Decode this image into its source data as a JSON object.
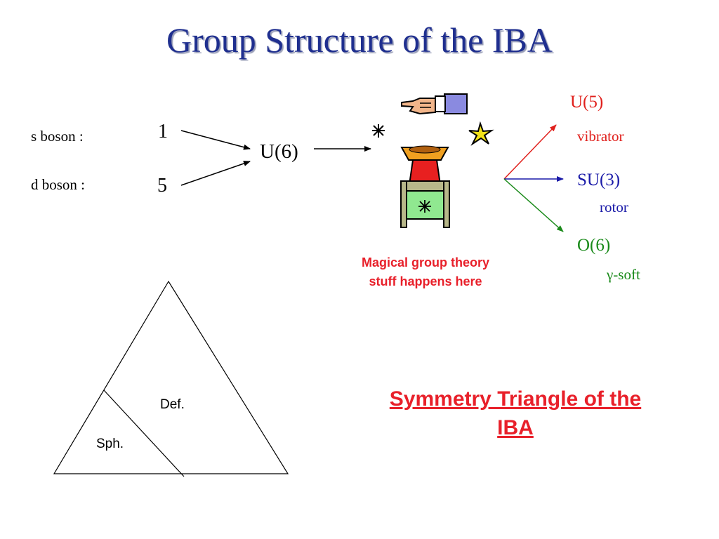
{
  "title": "Group Structure of the IBA",
  "bosons": {
    "s_label": "s boson :",
    "s_count": "1",
    "d_label": "d boson :",
    "d_count": "5",
    "group": "U(6)"
  },
  "machine": {
    "caption": "Magical group theory stuff happens here"
  },
  "limits": [
    {
      "name": "U(5)",
      "description": "vibrator",
      "color": "#e0201c"
    },
    {
      "name": "SU(3)",
      "description": "rotor",
      "color": "#1a1aa8"
    },
    {
      "name": "O(6)",
      "description": "γ-soft",
      "color": "#1a8a1a"
    }
  ],
  "triangle": {
    "region_deformed": "Def.",
    "region_spherical": "Sph.",
    "caption": "Symmetry Triangle of the IBA"
  }
}
